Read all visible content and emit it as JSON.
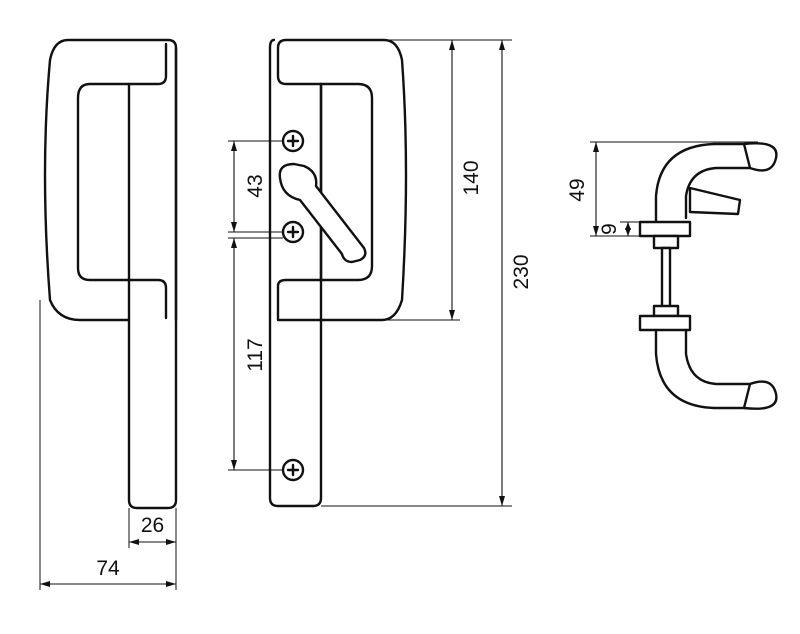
{
  "dimensions": {
    "overall_width": "74",
    "shaft_width": "26",
    "screw_spacing_top": "43",
    "screw_spacing_bottom": "117",
    "grip_height": "140",
    "overall_height": "230",
    "side_height": "49",
    "side_thickness": "9"
  },
  "colors": {
    "line": "#111111",
    "background": "#ffffff"
  }
}
